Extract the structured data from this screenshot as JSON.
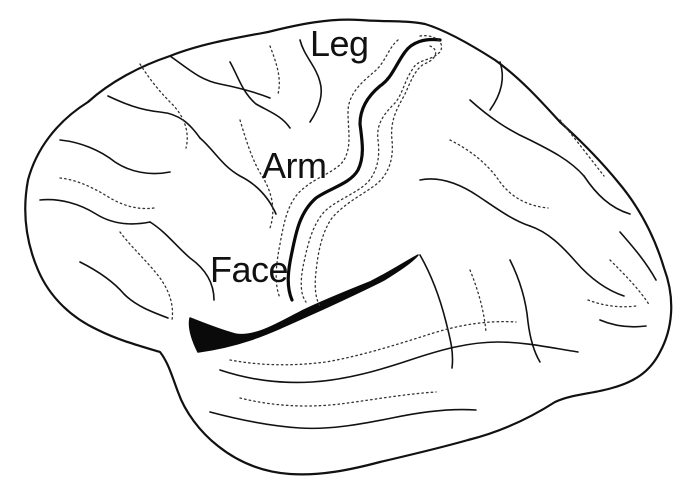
{
  "diagram": {
    "labels": {
      "leg": "Leg",
      "arm": "Arm",
      "face": "Face"
    },
    "colors": {
      "line": "#111111",
      "background": "#ffffff"
    }
  }
}
